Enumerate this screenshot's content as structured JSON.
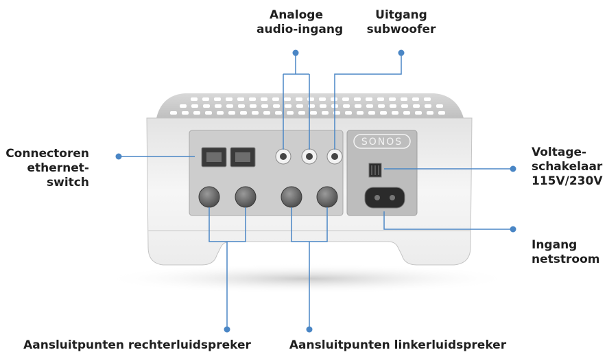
{
  "labels": {
    "analog_in": [
      "Analoge",
      "audio-ingang"
    ],
    "subwoofer_out": [
      "Uitgang",
      "subwoofer"
    ],
    "ethernet": [
      "Connectoren",
      "ethernet-",
      "switch"
    ],
    "voltage": [
      "Voltage-",
      "schakelaar",
      "115V/230V"
    ],
    "power_in": [
      "Ingang",
      "netstroom"
    ],
    "right_speaker": "Aansluitpunten rechterluidspreker",
    "left_speaker": "Aansluitpunten linkerluidspreker"
  },
  "device": {
    "brand": "SONOS"
  },
  "colors": {
    "callout": "#4a86c5",
    "label_text": "#1f1f1f",
    "device_body": "#f2f2f2",
    "panel": "#cfcfcf"
  }
}
